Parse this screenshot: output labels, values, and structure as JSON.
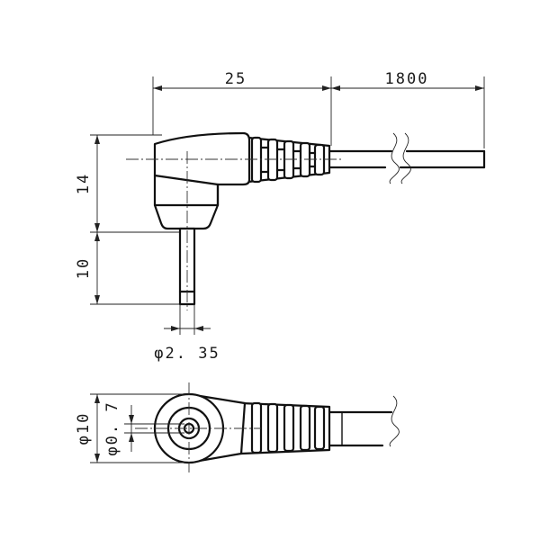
{
  "dimensions": {
    "plug_length": "25",
    "cable_length": "1800",
    "body_height": "14",
    "pin_length": "10",
    "pin_diameter": "φ2. 35",
    "body_diameter": "φ10",
    "hole_diameter": "φ0. 7"
  }
}
